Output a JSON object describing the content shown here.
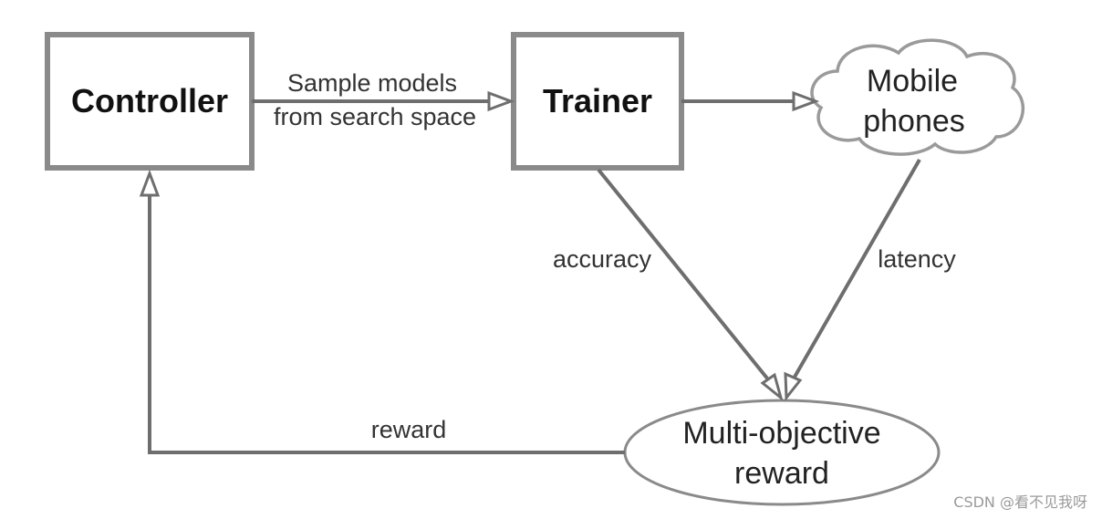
{
  "nodes": {
    "controller": "Controller",
    "trainer": "Trainer",
    "mobile_line1": "Mobile",
    "mobile_line2": "phones",
    "reward_line1": "Multi-objective",
    "reward_line2": "reward"
  },
  "edges": {
    "sample_line1": "Sample models",
    "sample_line2": "from search space",
    "accuracy": "accuracy",
    "latency": "latency",
    "reward": "reward"
  },
  "watermark": "CSDN @看不见我呀"
}
